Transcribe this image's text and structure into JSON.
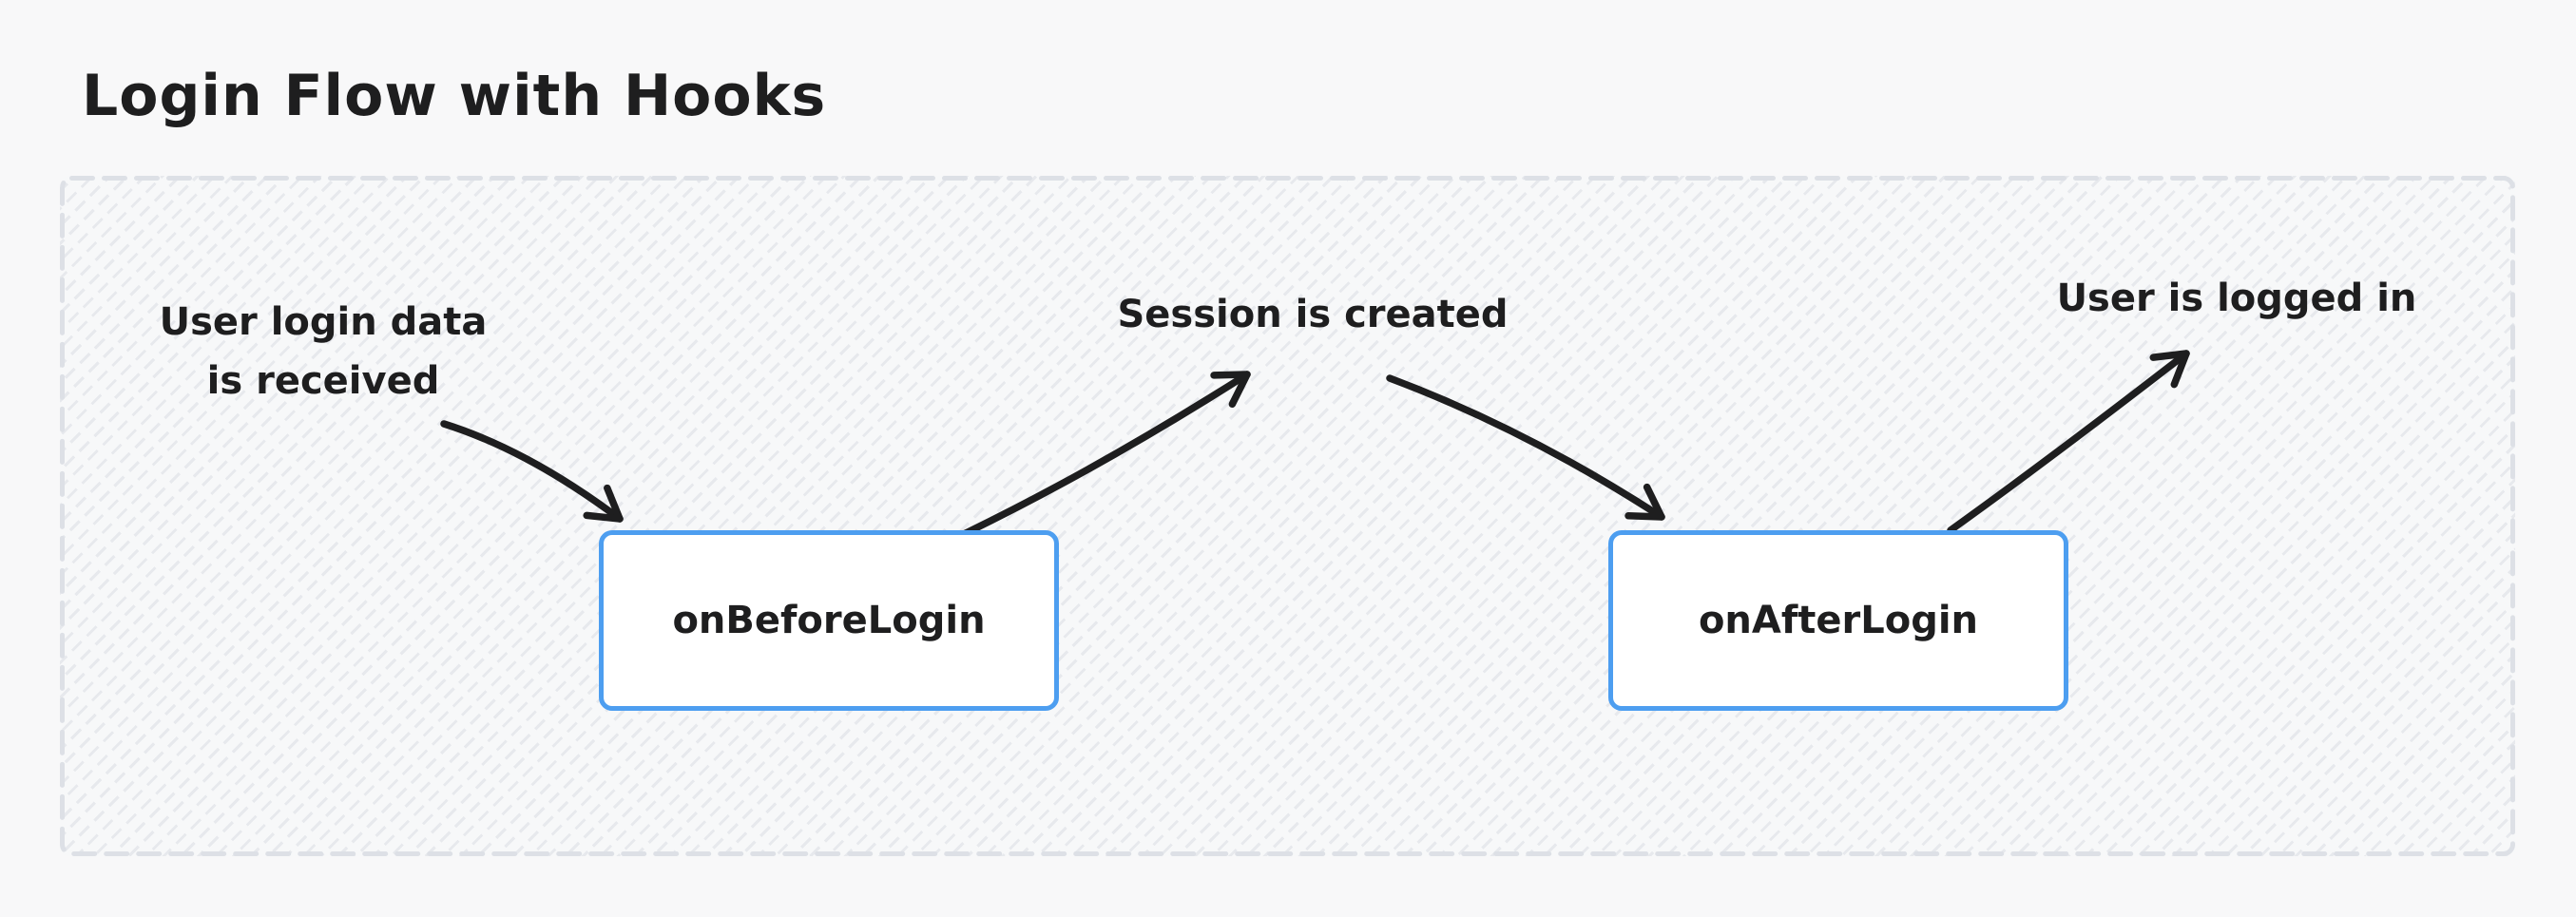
{
  "title": "Login Flow with Hooks",
  "nodes": [
    {
      "id": "onBeforeLogin",
      "label": "onBeforeLogin"
    },
    {
      "id": "onAfterLogin",
      "label": "onAfterLogin"
    }
  ],
  "annotations": [
    {
      "id": "login-data",
      "line1": "User login data",
      "line2": "is received"
    },
    {
      "id": "session-created",
      "text": "Session is created"
    },
    {
      "id": "user-logged-in",
      "text": "User is logged in"
    }
  ],
  "edges": [
    {
      "from": "User login data is received",
      "to": "onBeforeLogin"
    },
    {
      "from": "onBeforeLogin",
      "to": "Session is created"
    },
    {
      "from": "Session is created",
      "to": "onAfterLogin"
    },
    {
      "from": "onAfterLogin",
      "to": "User is logged in"
    }
  ],
  "colors": {
    "background": "#f8f8f9",
    "ink": "#1e1e1f",
    "node_border": "#4d9ef0",
    "node_fill": "#ffffff",
    "frame_border": "#dde0e6",
    "hatch": "#e7e9ed"
  }
}
